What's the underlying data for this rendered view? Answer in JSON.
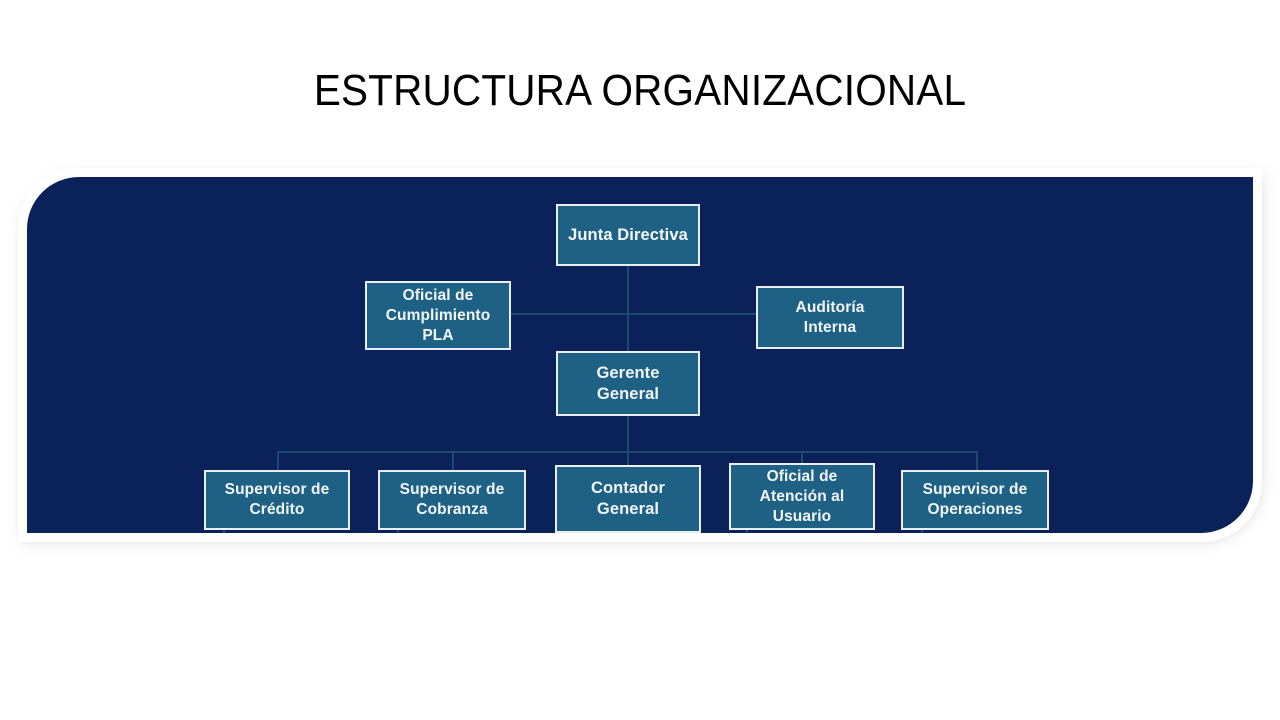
{
  "slide": {
    "title": "ESTRUCTURA ORGANIZACIONAL",
    "background_color": "#ffffff"
  },
  "panel": {
    "background_color": "#0a2259",
    "border_color": "#ffffff",
    "shadow_color": "#d8d8d8",
    "corner_style": "diagonal-rounded-top-left-bottom-right"
  },
  "theme": {
    "node_fill": "#1f6184",
    "node_border": "#e9eef3",
    "node_text": "#f2f6f9",
    "connector": "#1d4a72",
    "title_text": "#000000"
  },
  "chart_data": {
    "type": "diagram",
    "title": "ESTRUCTURA ORGANIZACIONAL",
    "diagram_kind": "organizational-chart",
    "nodes": [
      {
        "id": "junta-directiva",
        "label": "Junta Directiva",
        "level": 1
      },
      {
        "id": "oficial-cumplimiento-pla",
        "label": "Oficial de\nCumplimiento\nPLA",
        "level": 2
      },
      {
        "id": "auditoria-interna",
        "label": "Auditoría\nInterna",
        "level": 2
      },
      {
        "id": "gerente-general",
        "label": "Gerente\nGeneral",
        "level": 2
      },
      {
        "id": "supervisor-credito",
        "label": "Supervisor de\nCrédito",
        "level": 3
      },
      {
        "id": "supervisor-cobranza",
        "label": "Supervisor de\nCobranza",
        "level": 3
      },
      {
        "id": "contador-general",
        "label": "Contador\nGeneral",
        "level": 3
      },
      {
        "id": "oficial-atencion-usuario",
        "label": "Oficial de\nAtención al\nUsuario",
        "level": 3
      },
      {
        "id": "supervisor-operaciones",
        "label": "Supervisor de\nOperaciones",
        "level": 3
      }
    ],
    "edges": [
      {
        "from": "junta-directiva",
        "to": "gerente-general"
      },
      {
        "from": "junta-directiva",
        "to": "oficial-cumplimiento-pla"
      },
      {
        "from": "junta-directiva",
        "to": "auditoria-interna"
      },
      {
        "from": "gerente-general",
        "to": "supervisor-credito"
      },
      {
        "from": "gerente-general",
        "to": "supervisor-cobranza"
      },
      {
        "from": "gerente-general",
        "to": "contador-general"
      },
      {
        "from": "gerente-general",
        "to": "oficial-atencion-usuario"
      },
      {
        "from": "gerente-general",
        "to": "supervisor-operaciones"
      }
    ]
  }
}
